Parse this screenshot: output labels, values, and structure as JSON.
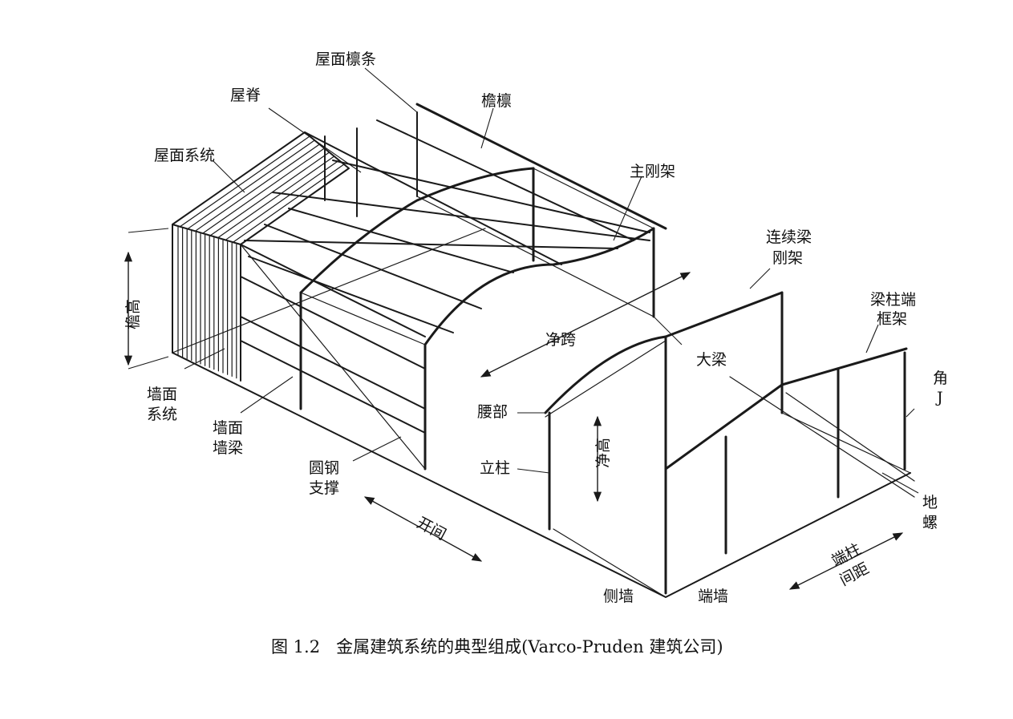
{
  "labels": {
    "roof_purlin": "屋面檩条",
    "ridge": "屋脊",
    "eave_purlin": "檐檩",
    "roof_system": "屋面系统",
    "main_frame": "主刚架",
    "continuous_beam_frame_1": "连续梁",
    "continuous_beam_frame_2": "刚架",
    "eave_height": "檐高",
    "clear_span": "净跨",
    "girder": "大梁",
    "beam_col_end_frame_1": "梁柱端",
    "beam_col_end_frame_2": "框架",
    "wall_system_1": "墙面",
    "wall_system_2": "系统",
    "wall_girt_1": "墙面",
    "wall_girt_2": "墙梁",
    "haunch": "腰部",
    "clear_height": "净高",
    "column": "立柱",
    "rod_bracing_1": "圆钢",
    "rod_bracing_2": "支撑",
    "bay": "开间",
    "corner_partial_1": "角",
    "corner_partial_2": "J",
    "anchor_partial_1": "地",
    "anchor_partial_2": "螺",
    "end_col_spacing_1": "端柱",
    "end_col_spacing_2": "间距",
    "side_wall": "侧墙",
    "end_wall": "端墙"
  },
  "caption": "图 1.2   金属建筑系统的典型组成(Varco-Pruden 建筑公司)"
}
